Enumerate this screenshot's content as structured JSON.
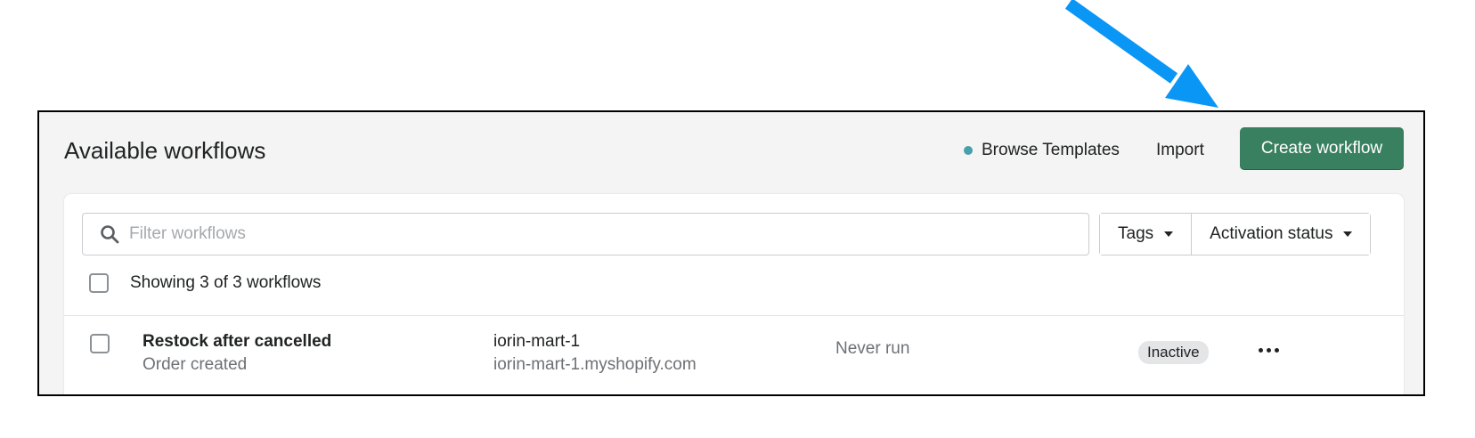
{
  "header": {
    "title": "Available workflows",
    "browse_templates": "Browse Templates",
    "import": "Import",
    "create_workflow": "Create workflow"
  },
  "filters": {
    "search_placeholder": "Filter workflows",
    "search_value": "",
    "tags": "Tags",
    "activation_status": "Activation status"
  },
  "list": {
    "summary": "Showing 3 of 3 workflows",
    "rows": [
      {
        "name": "Restock after cancelled",
        "trigger": "Order created",
        "store": "iorin-mart-1",
        "domain": "iorin-mart-1.myshopify.com",
        "last_run": "Never run",
        "status": "Inactive"
      }
    ]
  },
  "colors": {
    "primary_button": "#38805f",
    "annotation_arrow": "#0a96f5",
    "template_dot": "#47a0aa"
  },
  "icons": [
    "search-icon",
    "caret-down-icon",
    "more-horizontal-icon",
    "annotation-arrow-icon"
  ]
}
